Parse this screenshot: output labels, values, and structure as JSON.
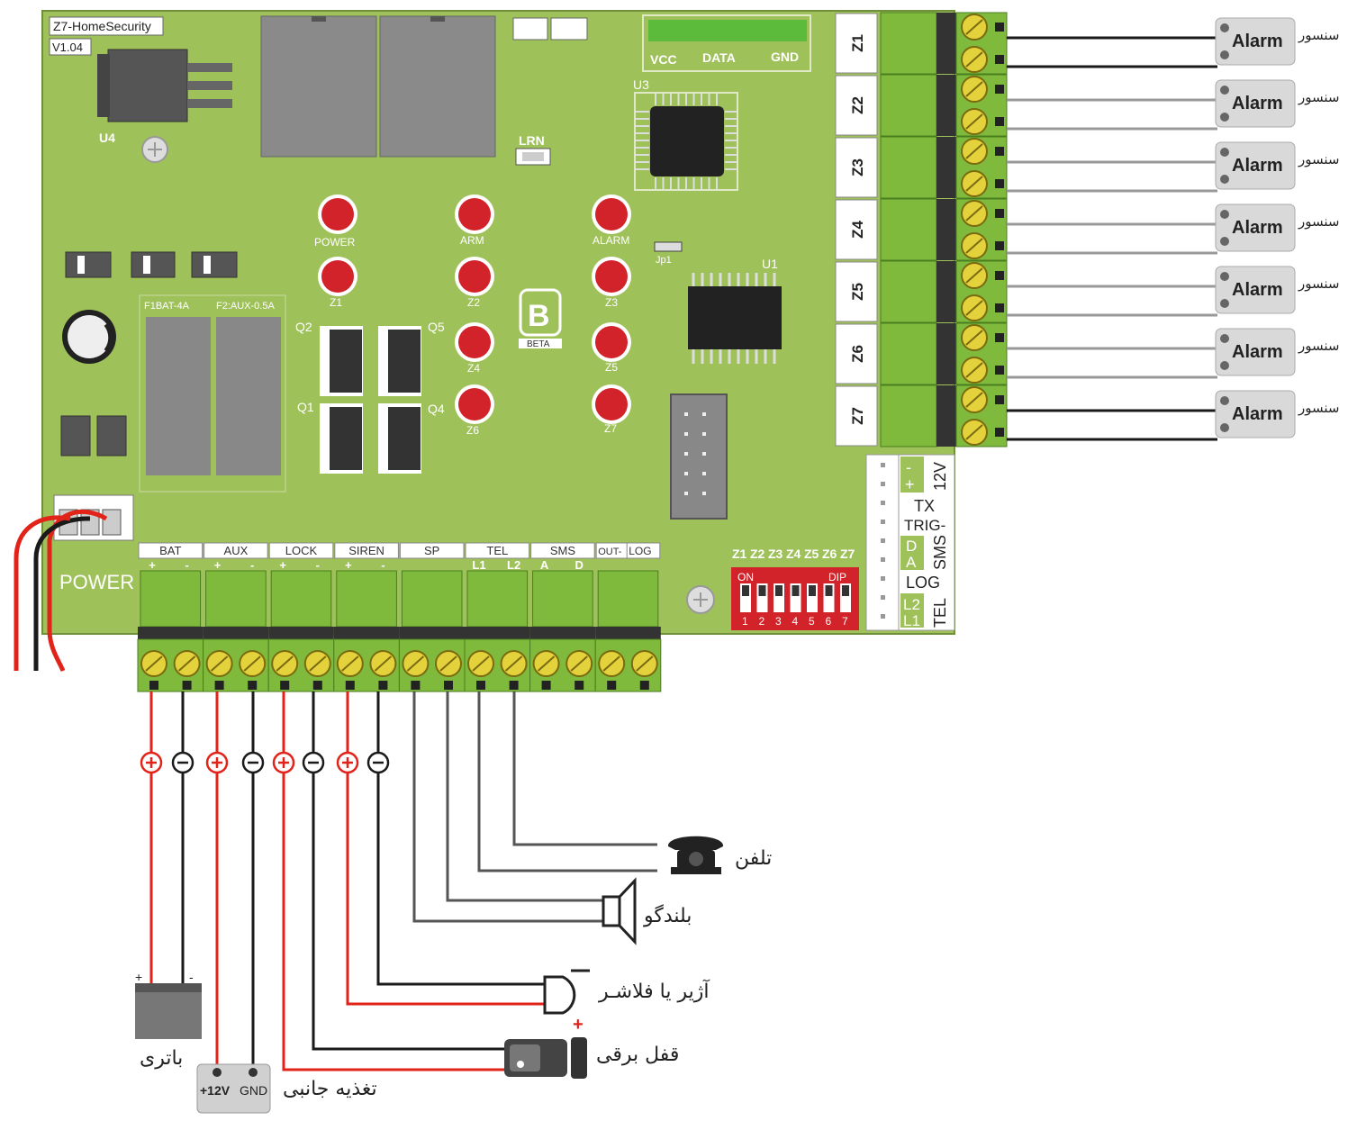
{
  "board": {
    "name": "Z7-HomeSecurity",
    "version": "V1.04",
    "regulator": "U4",
    "mcu": "U3",
    "chip": "U1",
    "learn": "LRN",
    "jumper": "Jp1",
    "logo_text": "BETA",
    "fuse1": "F1BAT-4A",
    "fuse2": "F2:AUX-0.5A",
    "power_label": "POWER",
    "transistors": [
      "Q2",
      "Q5",
      "Q1",
      "Q4"
    ],
    "serial_header": [
      "VCC",
      "DATA",
      "GND"
    ]
  },
  "leds": [
    {
      "id": "POWER"
    },
    {
      "id": "ARM"
    },
    {
      "id": "ALARM"
    },
    {
      "id": "Z1"
    },
    {
      "id": "Z2"
    },
    {
      "id": "Z3"
    },
    {
      "id": "Z4"
    },
    {
      "id": "Z5"
    },
    {
      "id": "Z6"
    },
    {
      "id": "Z7"
    }
  ],
  "zones": [
    "Z1",
    "Z2",
    "Z3",
    "Z4",
    "Z5",
    "Z6",
    "Z7"
  ],
  "sensor": {
    "box_label": "Alarm",
    "caption": "سنسور"
  },
  "bottom_terminals": [
    {
      "label": "BAT",
      "pins": [
        "+",
        "-"
      ]
    },
    {
      "label": "AUX",
      "pins": [
        "+",
        "-"
      ]
    },
    {
      "label": "LOCK",
      "pins": [
        "+",
        "-"
      ]
    },
    {
      "label": "SIREN",
      "pins": [
        "+",
        "-"
      ]
    },
    {
      "label": "SP",
      "pins": [
        "",
        ""
      ]
    },
    {
      "label": "TEL",
      "pins": [
        "L1",
        "L2"
      ]
    },
    {
      "label": "SMS",
      "pins": [
        "A",
        "D"
      ]
    },
    {
      "label": "OUT- | LOG",
      "pins": [
        "",
        ""
      ]
    }
  ],
  "dip": {
    "zone_labels": [
      "Z1",
      "Z2",
      "Z3",
      "Z4",
      "Z5",
      "Z6",
      "Z7"
    ],
    "on": "ON",
    "dip": "DIP",
    "numbers": [
      "1",
      "2",
      "3",
      "4",
      "5",
      "6",
      "7"
    ]
  },
  "side_header": {
    "v12": "12V",
    "minus": "-",
    "plus": "+",
    "tx": "TX",
    "trig": "TRIG-",
    "d": "D",
    "a": "A",
    "sms": "SMS",
    "log": "LOG",
    "l2": "L2",
    "l1": "L1",
    "tel": "TEL"
  },
  "devices": {
    "phone": "تلفن",
    "speaker": "بلندگو",
    "siren": "آژیر یا فلاشـر",
    "lock": "قفل برقی",
    "battery": "باتری",
    "aux_supply": "تغذیه جانبی",
    "aux_pins": [
      "+12V",
      "GND"
    ]
  },
  "colors": {
    "board": "#9fc15a",
    "terminal": "#7fba3c",
    "led": "#d2232a",
    "wire_red": "#e2231a",
    "wire_black": "#1a1a1a",
    "wire_gray": "#555555"
  }
}
